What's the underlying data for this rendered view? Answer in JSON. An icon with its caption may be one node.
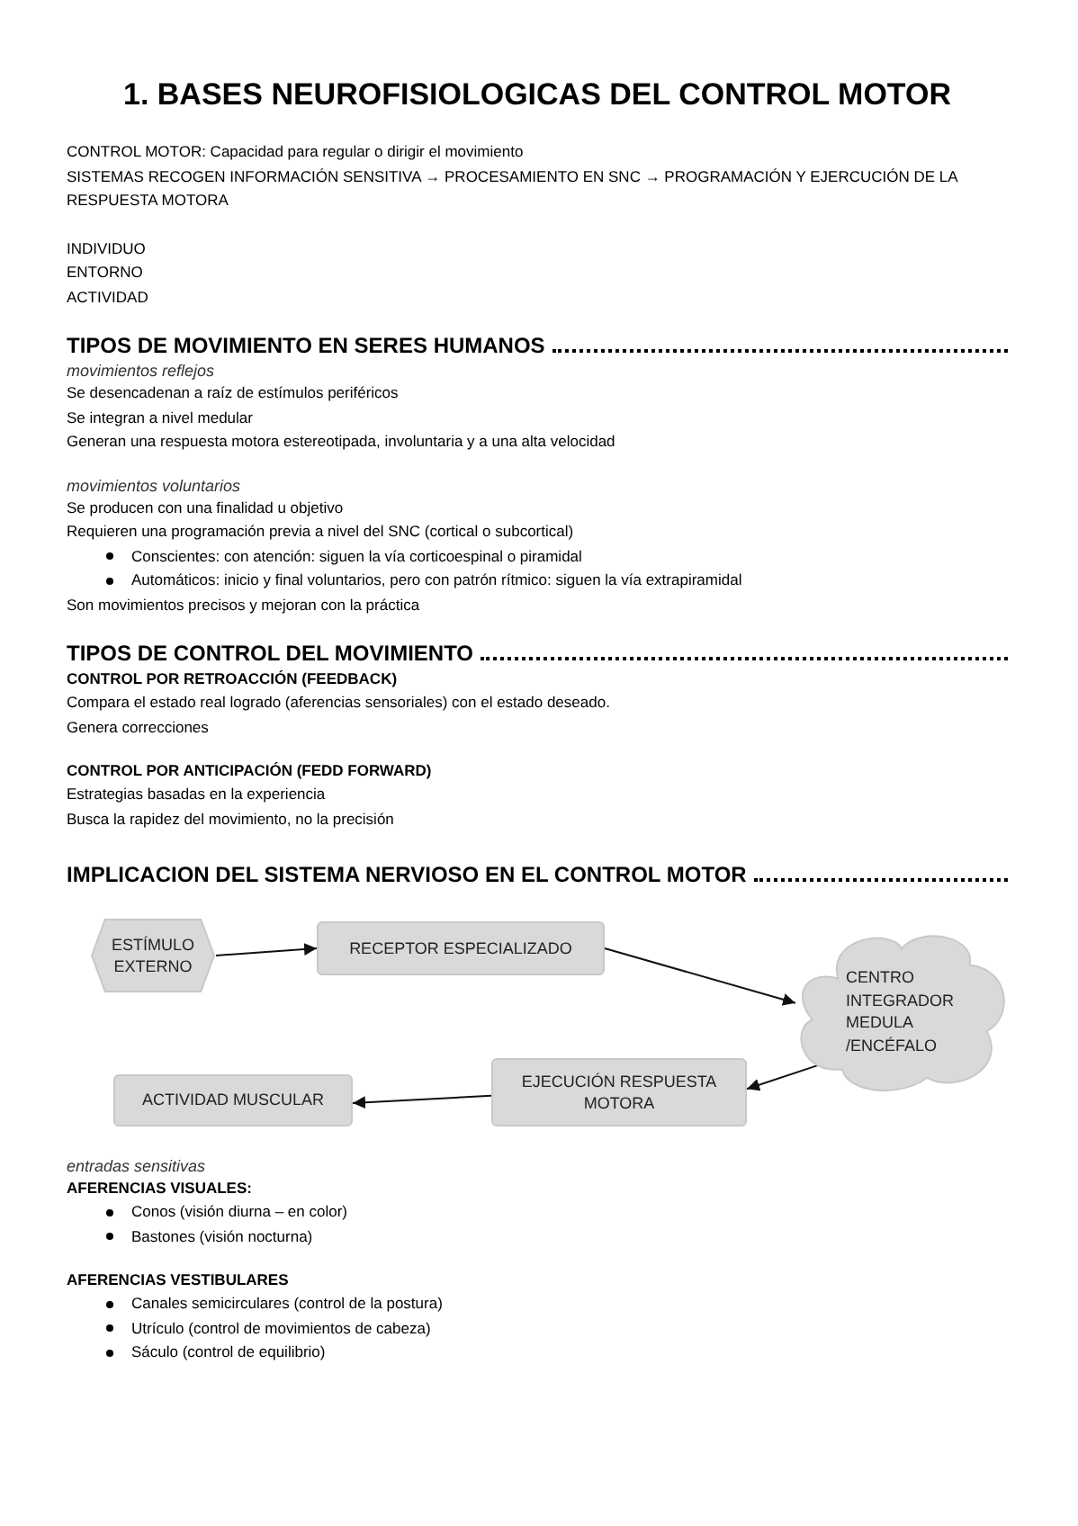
{
  "diagram": {
    "title": "1. BASES NEUROFISIOLOGICAS DEL CONTROL MOTOR",
    "nodes": [
      {
        "text": [
          "ESTÍMULO EXTERNO"
        ]
      },
      {
        "text": [
          "RECEPTOR ESPECIALIZADO"
        ]
      },
      {
        "text": [
          "CENTRO INTEGRADOR MEDULA /ENCÉFALO"
        ]
      },
      {
        "text": [
          "EJECUCIÓN RESPUESTA MOTORA"
        ]
      },
      {
        "text": [
          "ACTIVIDAD MUSCULAR"
        ]
      }
    ],
    "edges": [
      {
        "from": 0,
        "to": 1,
        "arrow": "to"
      },
      {
        "from": 1,
        "to": 2,
        "arrow": "to"
      },
      {
        "from": 2,
        "to": 3,
        "arrow": "to"
      },
      {
        "from": 3,
        "to": 4,
        "arrow": "to"
      }
    ],
    "labels": [
      "CONTROL MOTOR: Capacidad para regular o dirigir el movimiento",
      "SISTEMAS RECOGEN INFORMACIÓN SENSITIVA → PROCESAMIENTO EN SNC → PROGRAMACIÓN Y EJERCUCIÓN DE LA RESPUESTA MOTORA",
      "INDIVIDUO",
      "ENTORNO",
      "ACTIVIDAD",
      "TIPOS DE MOVIMIENTO EN SERES HUMANOS",
      "movimientos reflejos",
      "Se desencadenan a raíz de estímulos periféricos",
      "Se integran a nivel medular",
      "Generan una respuesta motora estereotipada, involuntaria y a una alta velocidad",
      "movimientos voluntarios",
      "Se producen con una finalidad u objetivo",
      "Requieren una programación previa a nivel del SNC (cortical o subcortical)",
      "Conscientes: con atención: siguen la vía corticoespinal o piramidal",
      "Automáticos: inicio y final voluntarios, pero con patrón rítmico: siguen la vía extrapiramidal",
      "Son movimientos precisos y mejoran con la práctica",
      "TIPOS DE CONTROL DEL MOVIMIENTO",
      "CONTROL POR RETROACCIÓN (FEEDBACK)",
      "Compara el estado real logrado (aferencias sensoriales) con el estado deseado.",
      "Genera correcciones",
      "CONTROL POR ANTICIPACIÓN (FEDD FORWARD)",
      "Estrategias basadas en la experiencia",
      "Busca la rapidez del movimiento, no la precisión",
      "IMPLICACION DEL SISTEMA NERVIOSO EN EL CONTROL MOTOR",
      "entradas sensitivas",
      "AFERENCIAS VISUALES:",
      "Conos (visión diurna – en color)",
      "Bastones (visión nocturna)",
      "AFERENCIAS VESTIBULARES",
      "Canales semicirculares (control de la postura)",
      "Utrículo (control de movimientos de cabeza)",
      "Sáculo (control de equilibrio)"
    ]
  }
}
